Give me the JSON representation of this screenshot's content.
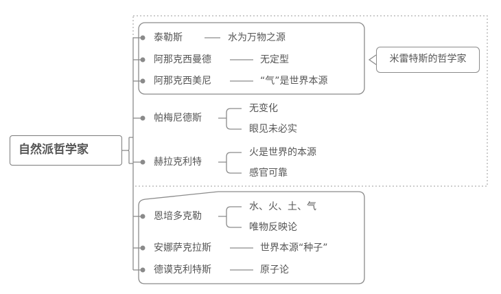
{
  "root": {
    "label": "自然派哲学家"
  },
  "callout": {
    "label": "米雷特斯的哲学家"
  },
  "philosophers": [
    {
      "name": "泰勒斯",
      "desc": "水为万物之源"
    },
    {
      "name": "阿那克西曼德",
      "desc": "无定型"
    },
    {
      "name": "阿那克西美尼",
      "desc": "“气”是世界本源"
    },
    {
      "name": "帕梅尼德斯",
      "points": [
        "无变化",
        "眼见未必实"
      ]
    },
    {
      "name": "赫拉克利特",
      "points": [
        "火是世界的本源",
        "感官可靠"
      ]
    },
    {
      "name": "恩培多克勒",
      "points": [
        "水、火、土、气",
        "唯物反映论"
      ]
    },
    {
      "name": "安娜萨克拉斯",
      "desc": "世界本源“种子”"
    },
    {
      "name": "德谟克利特斯",
      "desc": "原子论"
    }
  ],
  "colors": {
    "line": "#8a8a8a",
    "text": "#555555",
    "dashed": "#9a9a9a"
  }
}
